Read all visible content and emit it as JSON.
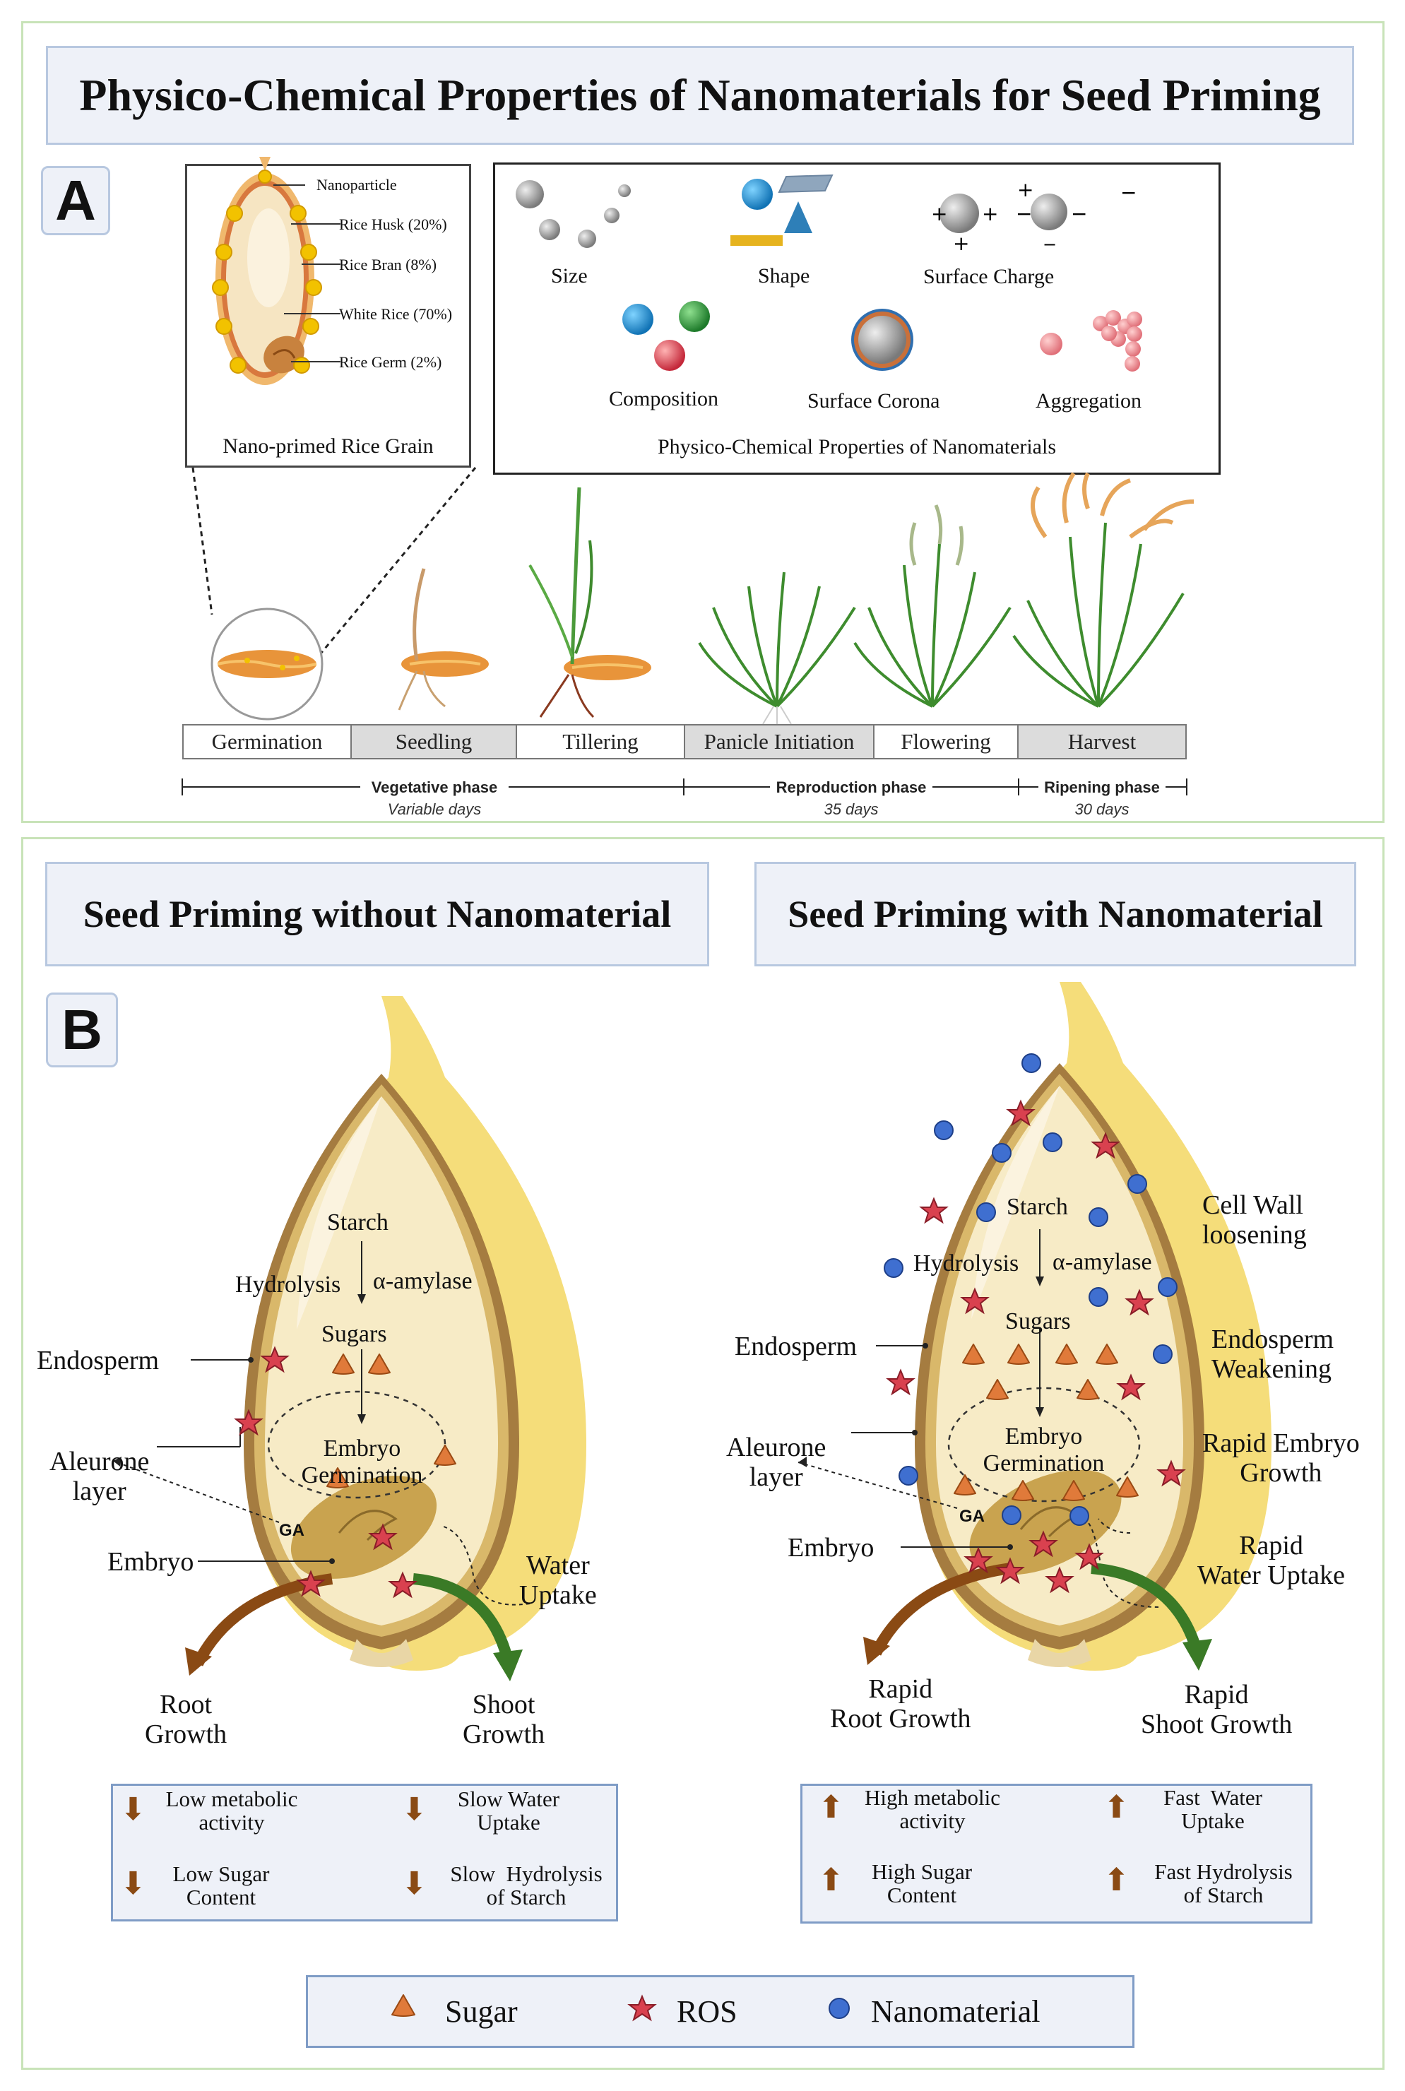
{
  "title": "Physico-Chemical Properties of Nanomaterials for Seed Priming",
  "panel_a": {
    "letter": "A",
    "grain_box": {
      "caption": "Nano-primed Rice Grain",
      "labels": [
        "Nanoparticle",
        "Rice Husk (20%)",
        "Rice Bran (8%)",
        "White Rice (70%)",
        "Rice Germ (2%)"
      ]
    },
    "properties_box": {
      "caption": "Physico-Chemical Properties of Nanomaterials",
      "items": [
        "Size",
        "Shape",
        "Surface Charge",
        "Composition",
        "Surface Corona",
        "Aggregation"
      ]
    },
    "stages": [
      "Germination",
      "Seedling",
      "Tillering",
      "Panicle Initiation",
      "Flowering",
      "Harvest"
    ],
    "phases": [
      {
        "name": "Vegetative phase",
        "days": "Variable days"
      },
      {
        "name": "Reproduction phase",
        "days": "35 days"
      },
      {
        "name": "Ripening phase",
        "days": "30 days"
      }
    ]
  },
  "panel_b": {
    "letter": "B",
    "left": {
      "header": "Seed Priming without Nanomaterial",
      "inside": {
        "starch": "Starch",
        "hydrolysis": "Hydrolysis",
        "amylase": "α-amylase",
        "sugars": "Sugars",
        "embryo_germ": "Embryo\nGermination",
        "ga": "GA"
      },
      "outside": {
        "endosperm": "Endosperm",
        "aleurone": "Aleurone\nlayer",
        "embryo": "Embryo",
        "water": "Water\nUptake",
        "root": "Root\nGrowth",
        "shoot": "Shoot\nGrowth"
      },
      "summary": [
        {
          "dir": "down",
          "text": "Low metabolic\nactivity"
        },
        {
          "dir": "down",
          "text": "Slow Water\nUptake"
        },
        {
          "dir": "down",
          "text": "Low Sugar\nContent"
        },
        {
          "dir": "down",
          "text": "Slow  Hydrolysis\nof Starch"
        }
      ]
    },
    "right": {
      "header": "Seed Priming with Nanomaterial",
      "inside": {
        "starch": "Starch",
        "hydrolysis": "Hydrolysis",
        "amylase": "α-amylase",
        "sugars": "Sugars",
        "embryo_germ": "Embryo\nGermination",
        "ga": "GA"
      },
      "outside": {
        "endosperm": "Endosperm",
        "aleurone": "Aleurone\nlayer",
        "embryo": "Embryo",
        "cell_wall": "Cell Wall\nloosening",
        "endo_weak": "Endosperm\nWeakening",
        "rapid_embryo": "Rapid Embryo\nGrowth",
        "rapid_water": "Rapid\nWater Uptake",
        "root": "Rapid\nRoot Growth",
        "shoot": "Rapid\nShoot Growth"
      },
      "summary": [
        {
          "dir": "up",
          "text": "High metabolic\nactivity"
        },
        {
          "dir": "up",
          "text": "Fast  Water\nUptake"
        },
        {
          "dir": "up",
          "text": "High Sugar\nContent"
        },
        {
          "dir": "up",
          "text": "Fast Hydrolysis\nof Starch"
        }
      ]
    }
  },
  "legend": [
    "Sugar",
    "ROS",
    "Nanomaterial"
  ],
  "colors": {
    "sugar": "#d9772b",
    "ros": "#d9414f",
    "nanomaterial": "#3f6fd0",
    "husk": "#f5dd7a",
    "bran": "#a57c40",
    "endosperm": "#f7ebc6",
    "header_bg": "#eef1f8",
    "panel_border": "#c8e3b8"
  }
}
